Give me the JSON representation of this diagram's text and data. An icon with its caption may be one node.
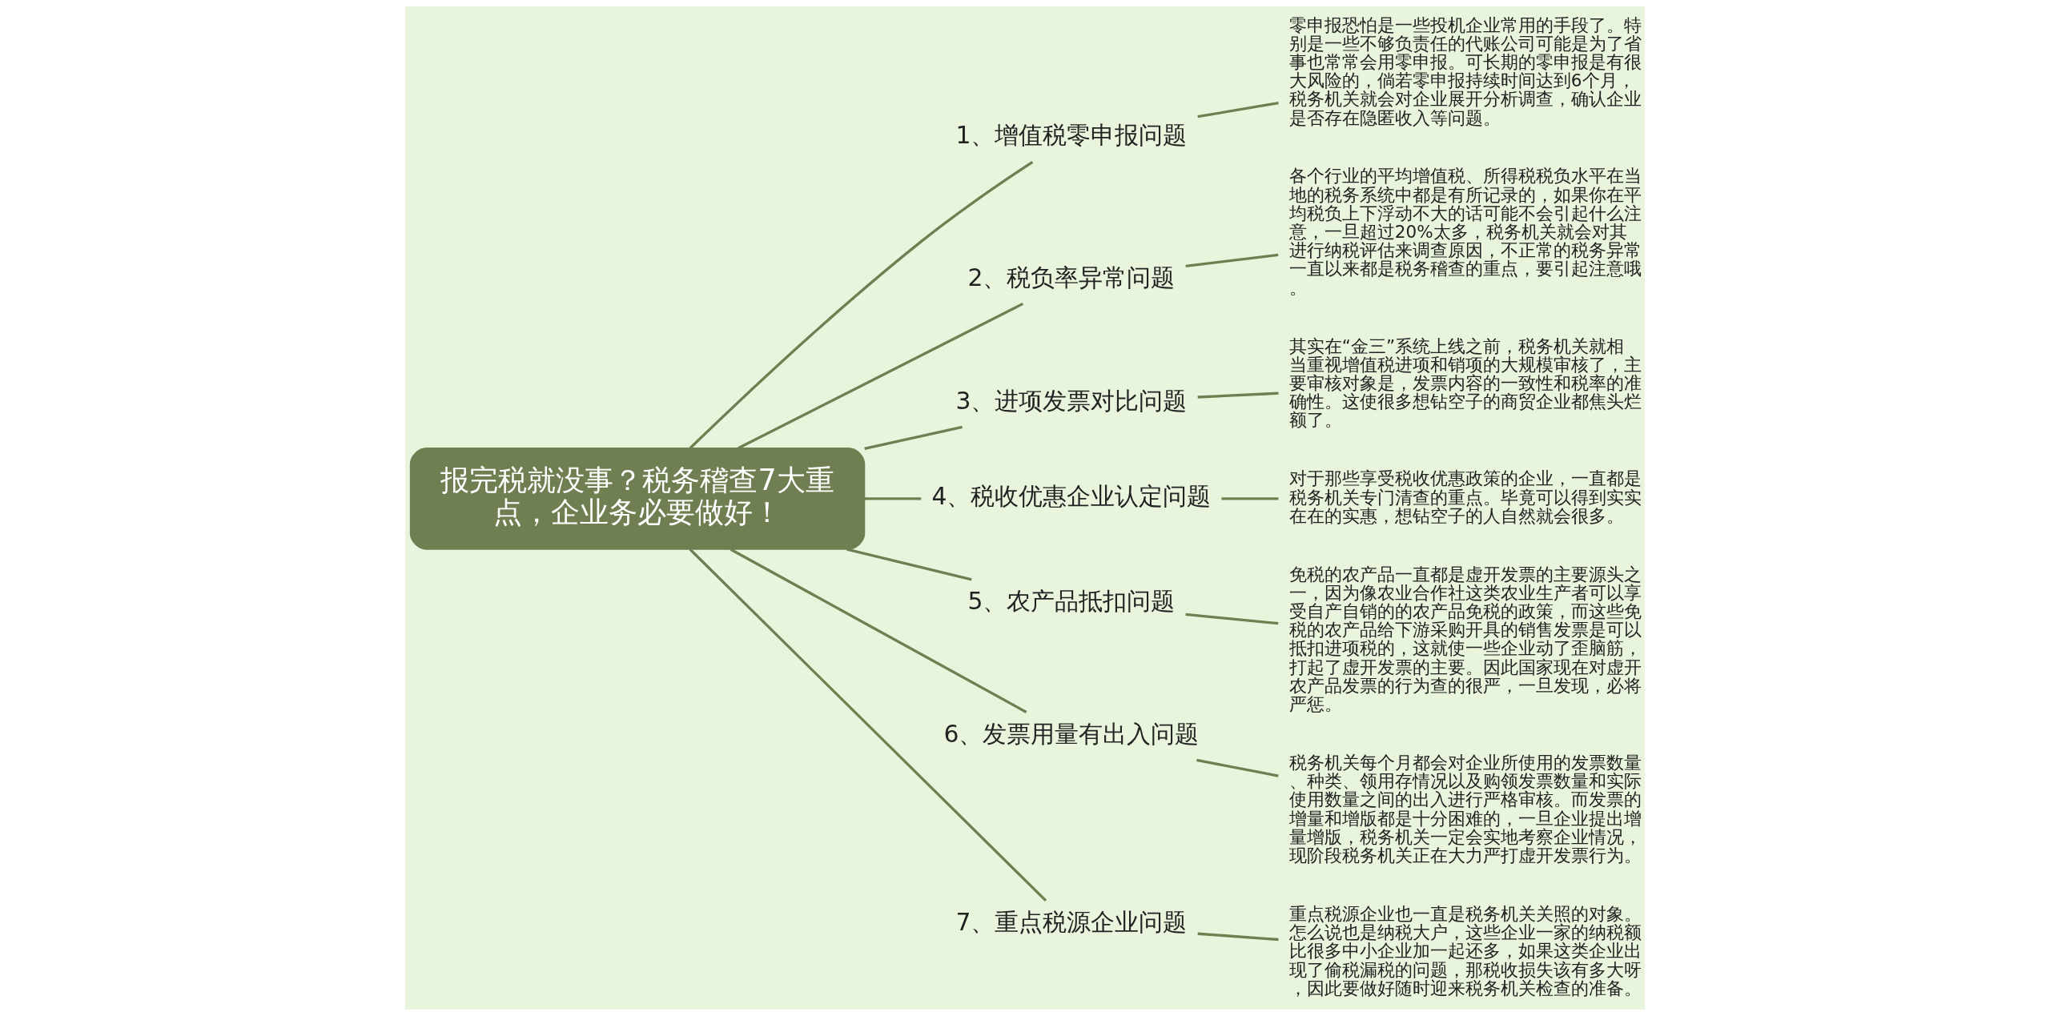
{
  "diagram": {
    "nodes": [
      {
        "text": [
          "报完税就没事？税务稽查7大重点，企业务必要做好！"
        ]
      },
      {
        "text": [
          "1、增值税零申报问题"
        ]
      },
      {
        "text": [
          "零申报恐怕是一些投机企业常用的手段了。特别是一些不够负责任的代账公司可能是为了省事也常常会用零申报。可长期的零申报是有很大风险的，倘若零申报持续时间达到6个月，税务机关就会对企业展开分析调查，确认企业是否存在隐匿收入等问题。"
        ]
      },
      {
        "text": [
          "2、税负率异常问题"
        ]
      },
      {
        "text": [
          "各个行业的平均增值税、所得税税负水平在当地的税务系统中都是有所记录的，如果你在平均税负上下浮动不大的话可能不会引起什么注意，一旦超过20%太多，税务机关就会对其进行纳税评估来调查原因，不正常的税务异常一直以来都是税务稽查的重点，要引起注意哦。"
        ]
      },
      {
        "text": [
          "3、进项发票对比问题"
        ]
      },
      {
        "text": [
          "其实在“金三”系统上线之前，税务机关就相当重视增值税进项和销项的大规模审核了，主要审核对象是，发票内容的一致性和税率的准确性。这使很多想钻空子的商贸企业都焦头烂额了。"
        ]
      },
      {
        "text": [
          "4、税收优惠企业认定问题"
        ]
      },
      {
        "text": [
          "对于那些享受税收优惠政策的企业，一直都是税务机关专门清查的重点。毕竟可以得到实实在在的实惠，想钻空子的人自然就会很多。"
        ]
      },
      {
        "text": [
          "5、农产品抵扣问题"
        ]
      },
      {
        "text": [
          "免税的农产品一直都是虚开发票的主要源头之一，因为像农业合作社这类农业生产者可以享受自产自销的的农产品免税的政策，而这些免税的农产品给下游采购开具的销售发票是可以抵扣进项税的，这就使一些企业动了歪脑筋，打起了虚开发票的主要。因此国家现在对虚开农产品发票的行为查的很严，一旦发现，必将严惩。"
        ]
      },
      {
        "text": [
          "6、发票用量有出入问题"
        ]
      },
      {
        "text": [
          "税务机关每个月都会对企业所使用的发票数量、种类、领用存情况以及购领发票数量和实际使用数量之间的出入进行严格审核。而发票的增量和增版都是十分困难的，一旦企业提出增量增版，税务机关一定会实地考察企业情况，现阶段税务机关正在大力严打虚开发票行为。"
        ]
      },
      {
        "text": [
          "7、重点税源企业问题"
        ]
      },
      {
        "text": [
          "重点税源企业也一直是税务机关关照的对象。怎么说也是纳税大户，这些企业一家的纳税额比很多中小企业加一起还多，如果这类企业出现了偷税漏税的问题，那税收损失该有多大呀，因此要做好随时迎来税务机关检查的准备。"
        ]
      }
    ],
    "edges": [
      {
        "from": 0,
        "to": 1,
        "arrow": "none"
      },
      {
        "from": 1,
        "to": 2,
        "arrow": "none"
      },
      {
        "from": 0,
        "to": 3,
        "arrow": "none"
      },
      {
        "from": 3,
        "to": 4,
        "arrow": "none"
      },
      {
        "from": 0,
        "to": 5,
        "arrow": "none"
      },
      {
        "from": 5,
        "to": 6,
        "arrow": "none"
      },
      {
        "from": 0,
        "to": 7,
        "arrow": "none"
      },
      {
        "from": 7,
        "to": 8,
        "arrow": "none"
      },
      {
        "from": 0,
        "to": 9,
        "arrow": "none"
      },
      {
        "from": 9,
        "to": 10,
        "arrow": "none"
      },
      {
        "from": 0,
        "to": 11,
        "arrow": "none"
      },
      {
        "from": 11,
        "to": 12,
        "arrow": "none"
      },
      {
        "from": 0,
        "to": 13,
        "arrow": "none"
      },
      {
        "from": 13,
        "to": 14,
        "arrow": "none"
      }
    ]
  }
}
